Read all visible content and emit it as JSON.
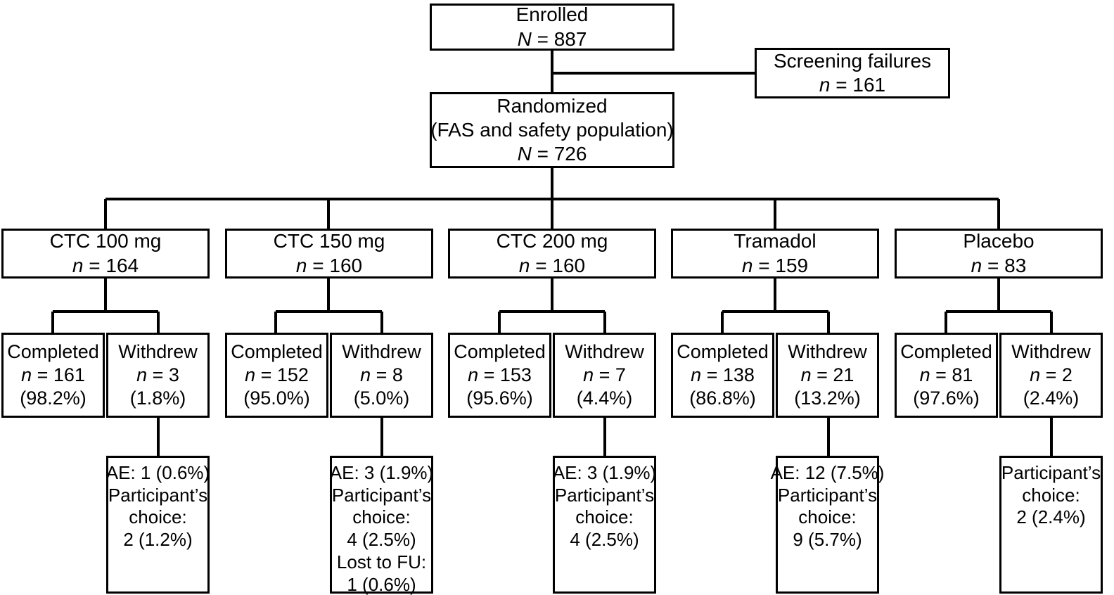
{
  "diagram": {
    "type": "consort-flow-diagram",
    "nodes": {
      "enrolled": {
        "title": "Enrolled",
        "count_label": "N",
        "count_value": "= 887"
      },
      "screening_failures": {
        "title": "Screening failures",
        "count_label": "n",
        "count_value": "= 161"
      },
      "randomized": {
        "title": "Randomized",
        "subtitle": "(FAS and safety population)",
        "count_label": "N",
        "count_value": "= 726"
      }
    },
    "arms": [
      {
        "id": "ctc-100",
        "title": "CTC 100 mg",
        "count_label": "n",
        "count_value": "= 164",
        "completed": {
          "title": "Completed",
          "count_label": "n",
          "count_value": "= 161",
          "percent": "(98.2%)"
        },
        "withdrew": {
          "title": "Withdrew",
          "count_label": "n",
          "count_value": "= 3",
          "percent": "(1.8%)"
        },
        "reasons": [
          "AE: 1 (0.6%)",
          "Participant’s",
          "choice:",
          "2 (1.2%)"
        ]
      },
      {
        "id": "ctc-150",
        "title": "CTC 150 mg",
        "count_label": "n",
        "count_value": "= 160",
        "completed": {
          "title": "Completed",
          "count_label": "n",
          "count_value": "= 152",
          "percent": "(95.0%)"
        },
        "withdrew": {
          "title": "Withdrew",
          "count_label": "n",
          "count_value": "= 8",
          "percent": "(5.0%)"
        },
        "reasons": [
          "AE: 3 (1.9%)",
          "Participant’s",
          "choice:",
          "4 (2.5%)",
          "Lost to FU:",
          "1 (0.6%)"
        ]
      },
      {
        "id": "ctc-200",
        "title": "CTC 200 mg",
        "count_label": "n",
        "count_value": "= 160",
        "completed": {
          "title": "Completed",
          "count_label": "n",
          "count_value": "= 153",
          "percent": "(95.6%)"
        },
        "withdrew": {
          "title": "Withdrew",
          "count_label": "n",
          "count_value": "= 7",
          "percent": "(4.4%)"
        },
        "reasons": [
          "AE: 3 (1.9%)",
          "Participant’s",
          "choice:",
          "4 (2.5%)"
        ]
      },
      {
        "id": "tramadol",
        "title": "Tramadol",
        "count_label": "n",
        "count_value": "= 159",
        "completed": {
          "title": "Completed",
          "count_label": "n",
          "count_value": "= 138",
          "percent": "(86.8%)"
        },
        "withdrew": {
          "title": "Withdrew",
          "count_label": "n",
          "count_value": "= 21",
          "percent": "(13.2%)"
        },
        "reasons": [
          "AE: 12 (7.5%)",
          "Participant’s",
          "choice:",
          "9 (5.7%)"
        ]
      },
      {
        "id": "placebo",
        "title": "Placebo",
        "count_label": "n",
        "count_value": "= 83",
        "completed": {
          "title": "Completed",
          "count_label": "n",
          "count_value": "= 81",
          "percent": "(97.6%)"
        },
        "withdrew": {
          "title": "Withdrew",
          "count_label": "n",
          "count_value": "= 2",
          "percent": "(2.4%)"
        },
        "reasons": [
          "Participant’s",
          "choice:",
          "2 (2.4%)"
        ]
      }
    ],
    "colors": {
      "stroke": "#000000",
      "fill": "#ffffff",
      "text": "#000000"
    }
  }
}
